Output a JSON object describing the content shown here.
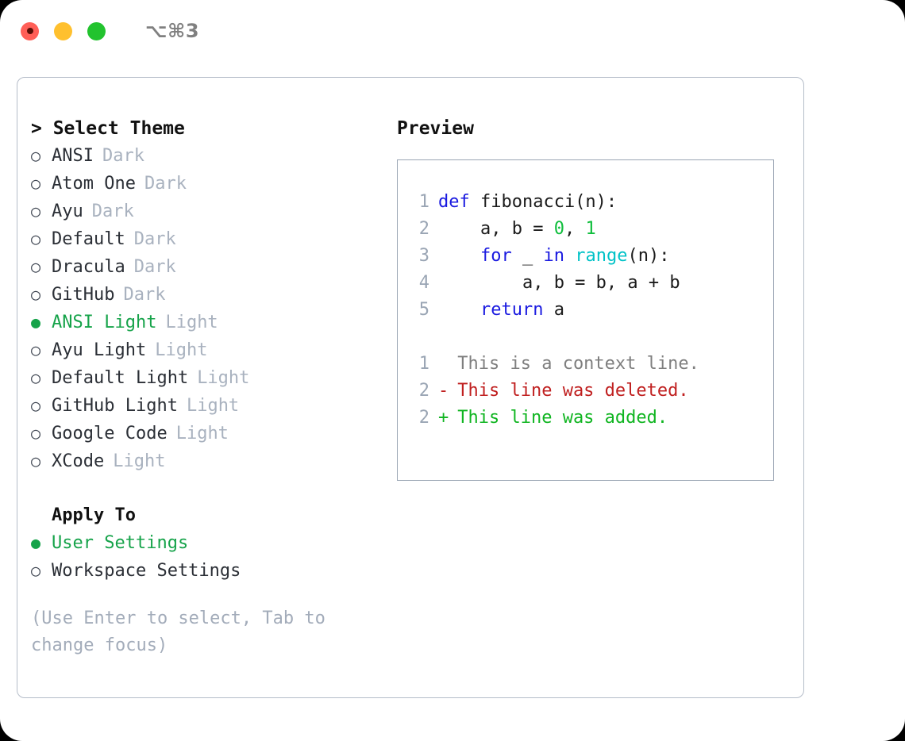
{
  "titlebar": {
    "shortcut": "⌥⌘3",
    "buttons": [
      {
        "name": "close",
        "color": "#ff5f57"
      },
      {
        "name": "minimize",
        "color": "#ffc02e"
      },
      {
        "name": "zoom",
        "color": "#22c32e"
      }
    ]
  },
  "theme_picker": {
    "heading": "> Select Theme",
    "bullet_selected": "●",
    "bullet_unselected": "○",
    "accent_color": "#16a34a",
    "badge_color": "#a9b2bf",
    "options": [
      {
        "label": "ANSI",
        "badge": "Dark",
        "selected": false
      },
      {
        "label": "Atom One",
        "badge": "Dark",
        "selected": false
      },
      {
        "label": "Ayu",
        "badge": "Dark",
        "selected": false
      },
      {
        "label": "Default",
        "badge": "Dark",
        "selected": false
      },
      {
        "label": "Dracula",
        "badge": "Dark",
        "selected": false
      },
      {
        "label": "GitHub",
        "badge": "Dark",
        "selected": false
      },
      {
        "label": "ANSI Light",
        "badge": "Light",
        "selected": true
      },
      {
        "label": "Ayu Light",
        "badge": "Light",
        "selected": false
      },
      {
        "label": "Default Light",
        "badge": "Light",
        "selected": false
      },
      {
        "label": "GitHub Light",
        "badge": "Light",
        "selected": false
      },
      {
        "label": "Google Code",
        "badge": "Light",
        "selected": false
      },
      {
        "label": "XCode",
        "badge": "Light",
        "selected": false
      }
    ]
  },
  "apply_to": {
    "heading": "Apply To",
    "options": [
      {
        "label": "User Settings",
        "selected": true
      },
      {
        "label": "Workspace Settings",
        "selected": false
      }
    ]
  },
  "hint": "(Use Enter to select, Tab to change focus)",
  "preview": {
    "title": "Preview",
    "code": {
      "lines": [
        {
          "num": "1",
          "spans": [
            {
              "text": "def ",
              "type": "kw"
            },
            {
              "text": "fibonacci(n):",
              "type": "txt"
            }
          ]
        },
        {
          "num": "2",
          "spans": [
            {
              "text": "    a, b = ",
              "type": "txt"
            },
            {
              "text": "0",
              "type": "num"
            },
            {
              "text": ", ",
              "type": "txt"
            },
            {
              "text": "1",
              "type": "num"
            }
          ]
        },
        {
          "num": "3",
          "spans": [
            {
              "text": "    ",
              "type": "txt"
            },
            {
              "text": "for",
              "type": "kw"
            },
            {
              "text": " _ ",
              "type": "txt"
            },
            {
              "text": "in",
              "type": "kw"
            },
            {
              "text": " ",
              "type": "txt"
            },
            {
              "text": "range",
              "type": "fn"
            },
            {
              "text": "(n):",
              "type": "txt"
            }
          ]
        },
        {
          "num": "4",
          "spans": [
            {
              "text": "        a, b = b, a + b",
              "type": "txt"
            }
          ]
        },
        {
          "num": "5",
          "spans": [
            {
              "text": "    ",
              "type": "txt"
            },
            {
              "text": "return",
              "type": "kw"
            },
            {
              "text": " a",
              "type": "txt"
            }
          ]
        }
      ]
    },
    "diff": {
      "lines": [
        {
          "num": "1",
          "sign": " ",
          "text": " This is a context line.",
          "kind": "ctx"
        },
        {
          "num": "2",
          "sign": "-",
          "text": " This line was deleted.",
          "kind": "del"
        },
        {
          "num": "2",
          "sign": "+",
          "text": " This line was added.",
          "kind": "add"
        }
      ]
    },
    "colors": {
      "keyword": "#1a1ae0",
      "function": "#00c2c7",
      "number": "#0fbe3c",
      "text": "#1b1b1b",
      "linenum": "#9aa5b4",
      "diff_context": "#7f7f7f",
      "diff_deleted": "#c02020",
      "diff_added": "#10b521"
    }
  }
}
